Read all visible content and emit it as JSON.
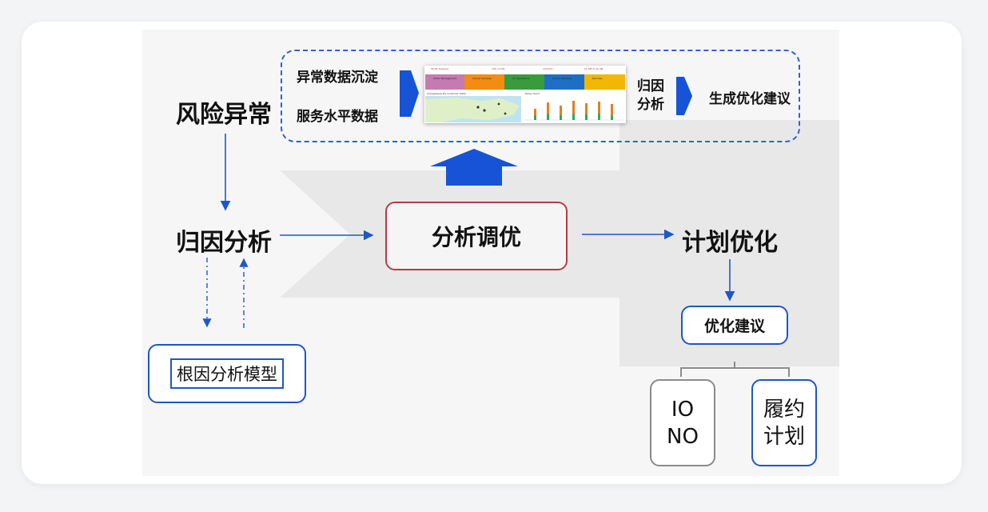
{
  "nodes": {
    "risk_anomaly": "风险异常",
    "root_cause_analysis": "归因分析",
    "analysis_tuning": "分析调优",
    "plan_optimization": "计划优化",
    "root_cause_model": "根因分析模型",
    "optimization_advice": "优化建议",
    "io_line1": "IO",
    "io_line2": "NO",
    "fulfillment_line1": "履约",
    "fulfillment_line2": "计划"
  },
  "panel": {
    "abnormal_data": "异常数据沉淀",
    "service_level_data": "服务水平数据",
    "attribution_line1": "归因",
    "attribution_line2": "分析",
    "generate_advice": "生成优化建议"
  },
  "dashboard": {
    "kpis": [
      "56.0K Delayed",
      "70K of 100",
      "244,913",
      "$1.4M of $2.4M"
    ],
    "tiles": [
      "Order Management",
      "Carrier Services",
      "Air Operations",
      "Carrier Services",
      "Rail Ops"
    ],
    "panel_titles": [
      "Chargebacks By Customer State",
      "Delay Trend"
    ]
  },
  "colors": {
    "arrow_blue": "#1f56c9",
    "red_border": "#b63a4b",
    "tile_colors": [
      "#c57bb1",
      "#f28c12",
      "#3a9b3d",
      "#1e6fc4",
      "#f2b705"
    ]
  }
}
